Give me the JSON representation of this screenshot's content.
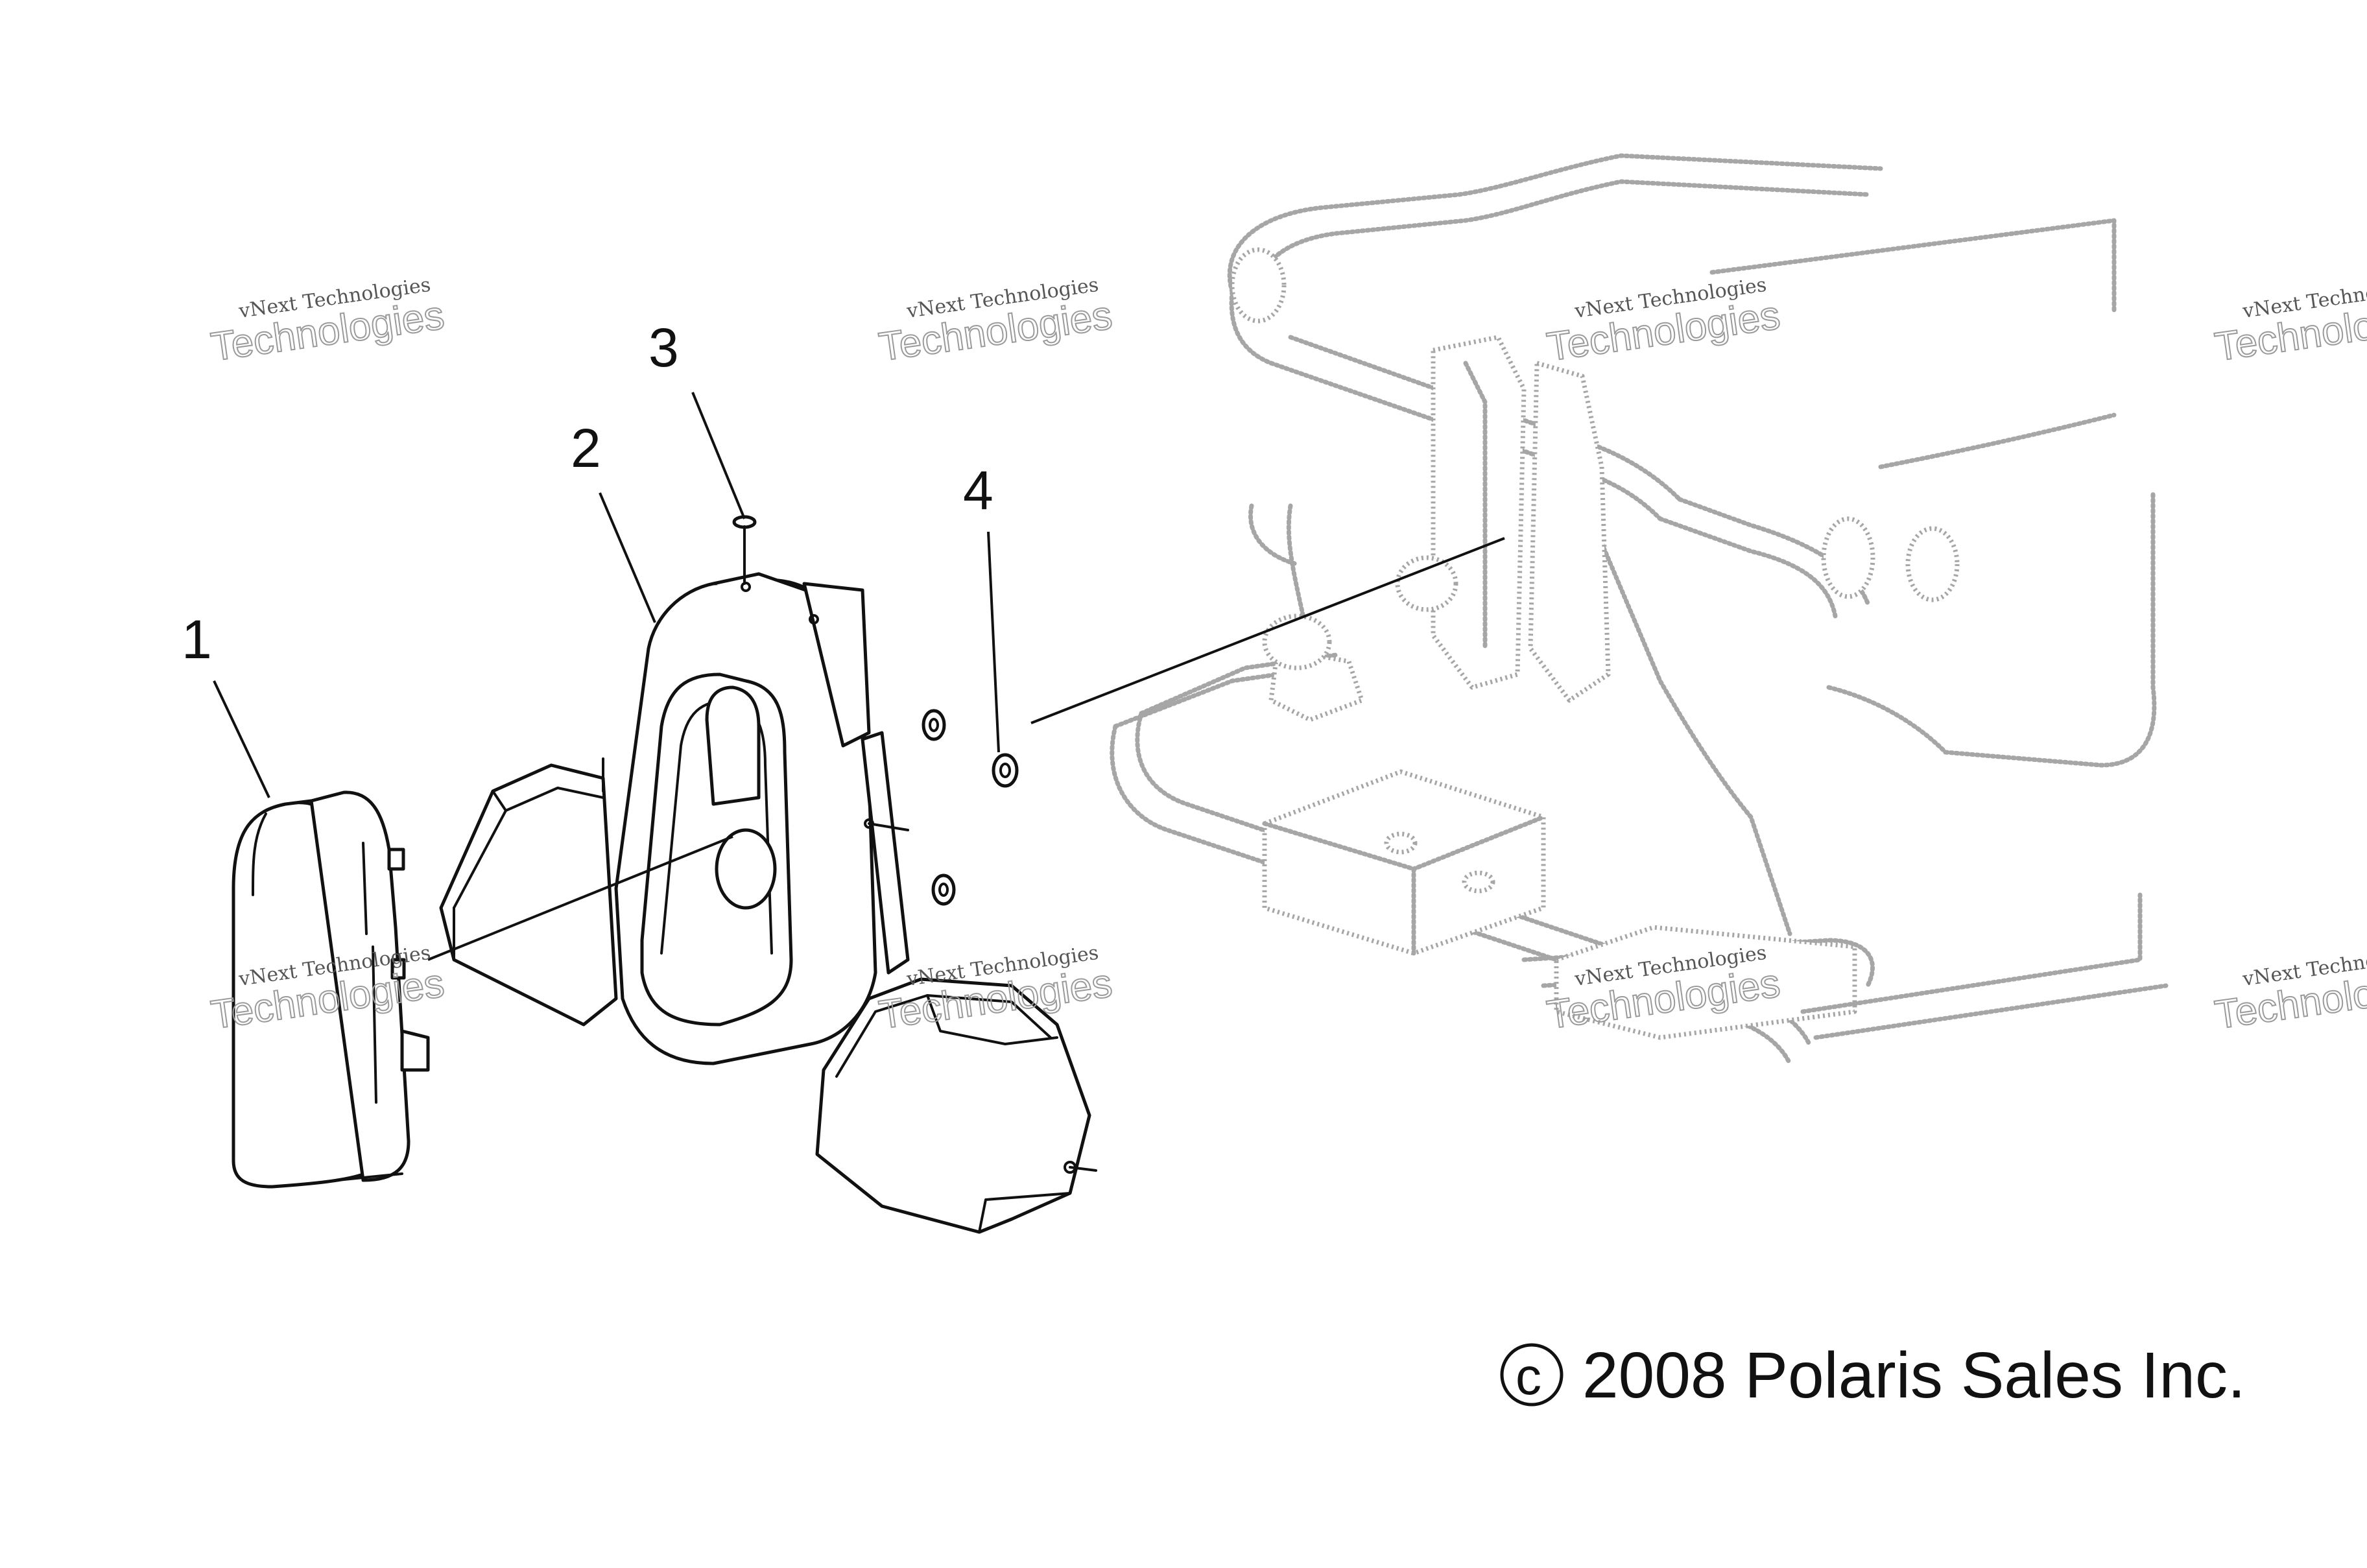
{
  "callouts": [
    {
      "label": "1"
    },
    {
      "label": "2"
    },
    {
      "label": "3"
    },
    {
      "label": "4"
    }
  ],
  "watermark": {
    "line1": "vNext Technologies",
    "line2": "Technologies"
  },
  "copyright": "2008 Polaris Sales Inc.",
  "copyright_symbol": "c"
}
